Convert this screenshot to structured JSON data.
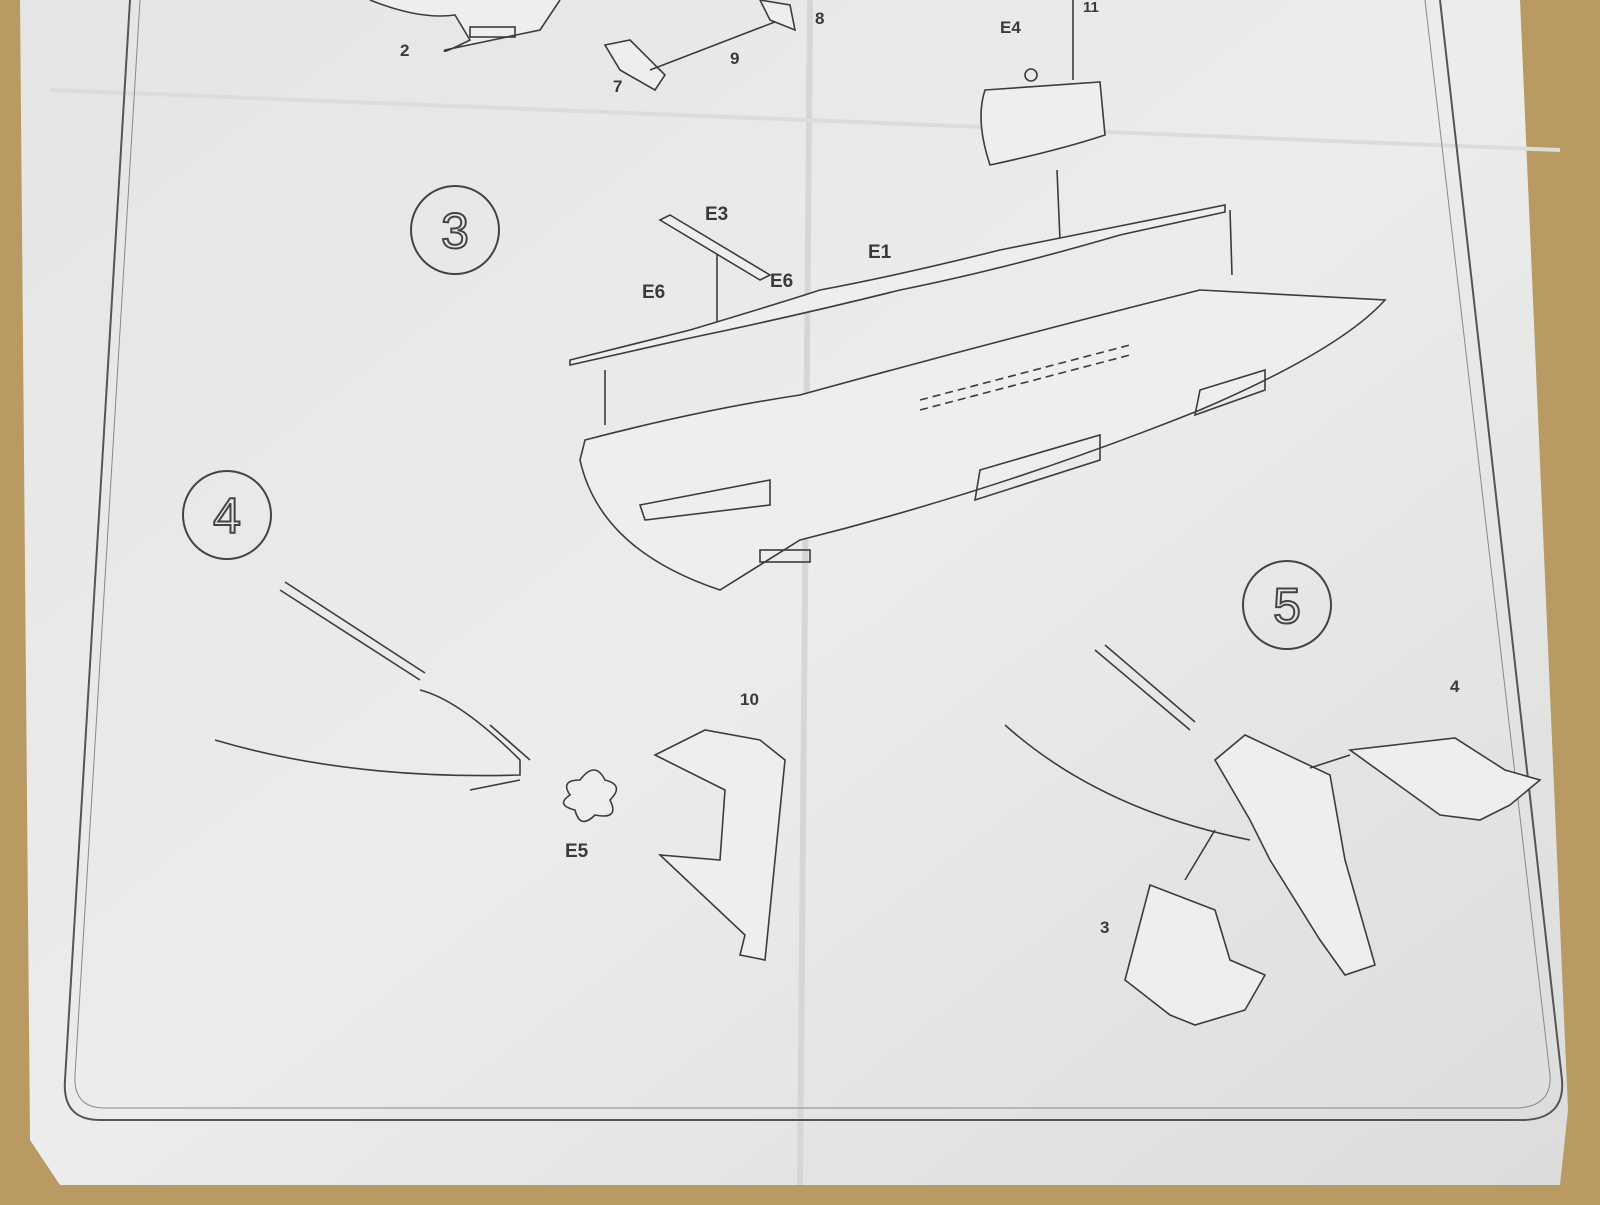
{
  "sheet": {
    "paper_color": "#e9e9e8",
    "background_color": "#b89a62",
    "line_color": "#3c3c3c"
  },
  "steps": [
    {
      "number": "3"
    },
    {
      "number": "4"
    },
    {
      "number": "5"
    }
  ],
  "part_labels": {
    "top_2": "2",
    "top_7": "7",
    "top_8": "8",
    "top_9": "9",
    "top_11": "11",
    "e4": "E4",
    "e3": "E3",
    "e1": "E1",
    "e6_left": "E6",
    "e6_right": "E6",
    "part_10": "10",
    "e5": "E5",
    "part_4": "4",
    "part_3": "3"
  }
}
